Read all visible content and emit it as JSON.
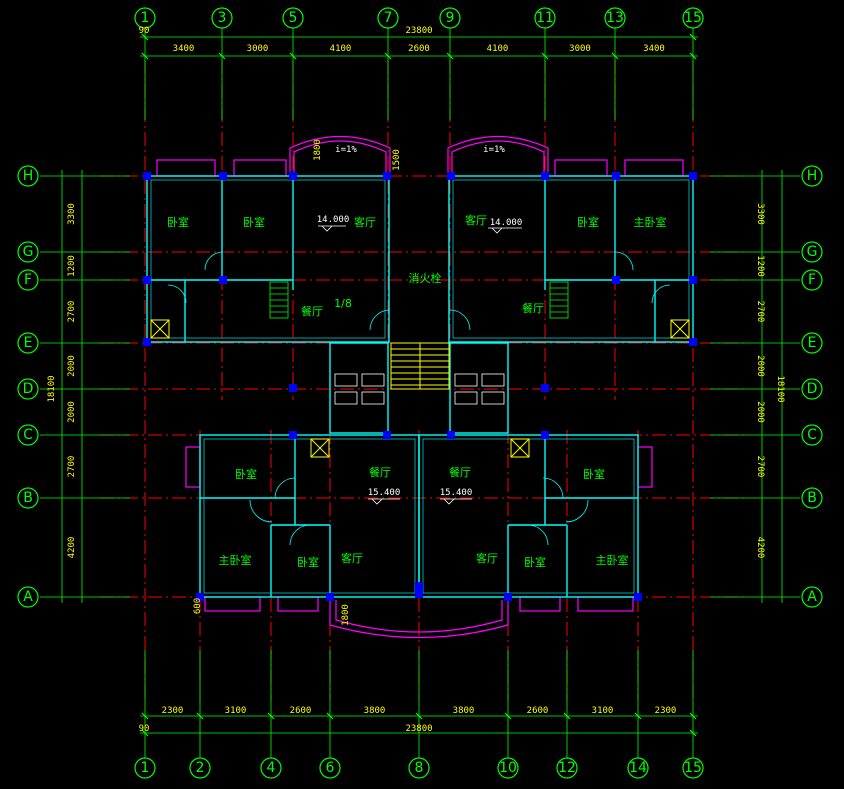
{
  "grid": {
    "top_axes": [
      "1",
      "3",
      "5",
      "7",
      "9",
      "11",
      "13",
      "15"
    ],
    "bottom_axes": [
      "1",
      "2",
      "4",
      "6",
      "8",
      "10",
      "12",
      "14",
      "15"
    ],
    "side_axes": [
      "H",
      "G",
      "F",
      "E",
      "D",
      "C",
      "B",
      "A"
    ]
  },
  "dimensions": {
    "top_total": "23800",
    "top_segments": [
      "3400",
      "3000",
      "4100",
      "2600",
      "4100",
      "3000",
      "3400"
    ],
    "bottom_total": "23800",
    "bottom_segments": [
      "2300",
      "3100",
      "2600",
      "3800",
      "3800",
      "2600",
      "3100",
      "2300"
    ],
    "left_total": "18100",
    "left_segments": [
      "3300",
      "1200",
      "2700",
      "2000",
      "2000",
      "2700",
      "4200"
    ],
    "right_total": "18100",
    "right_segments": [
      "3300",
      "1200",
      "2700",
      "2000",
      "2000",
      "2700",
      "4200"
    ],
    "corner_90": "90",
    "misc": [
      "1800",
      "1500",
      "1800",
      "600"
    ]
  },
  "rooms": {
    "top_left": [
      "卧室",
      "卧室",
      "客厅",
      "餐厅"
    ],
    "top_right": [
      "客厅",
      "卧室",
      "主卧室",
      "餐厅"
    ],
    "center": [
      "消火栓",
      "1/8"
    ],
    "bottom_left": [
      "卧室",
      "餐厅",
      "主卧室",
      "卧室",
      "客厅"
    ],
    "bottom_right": [
      "餐厅",
      "卧室",
      "客厅",
      "卧室",
      "主卧室"
    ]
  },
  "levels": {
    "upper_left": "14.000",
    "upper_right": "14.000",
    "lower_left": "15.400",
    "lower_right": "15.400",
    "slope_left": "i=1%",
    "slope_right": "i=1%"
  },
  "colors": {
    "wall": "#00ffff",
    "wall_blue": "#0000ff",
    "grid_line": "#ff0000",
    "dim_line": "#00ff00",
    "dim_text": "#ffff00",
    "axis_circle": "#00ff00",
    "window": "#ff00ff",
    "stair": "#ffff00"
  }
}
